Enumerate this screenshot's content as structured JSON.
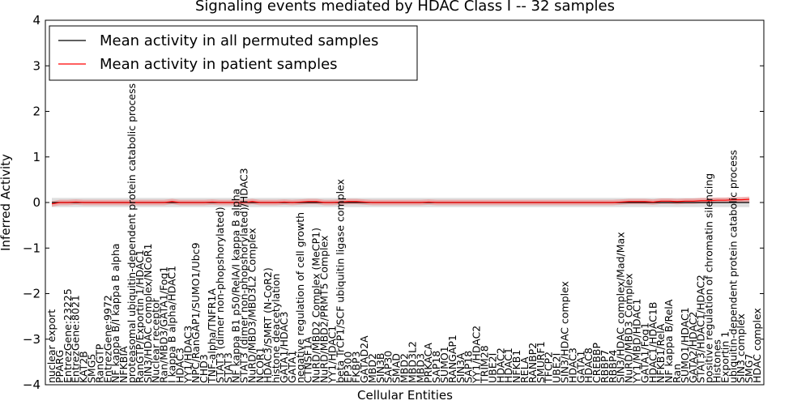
{
  "chart_data": {
    "type": "line",
    "title": "Signaling events mediated by HDAC Class I -- 32 samples",
    "xlabel": "Cellular Entities",
    "ylabel": "Inferred Activity",
    "ylim": [
      -4,
      4
    ],
    "yticks": [
      -4,
      -3,
      -2,
      -1,
      0,
      1,
      2,
      3,
      4
    ],
    "grid": false,
    "legend_position": "top-left",
    "categories": [
      "nuclear export",
      "PPARG",
      "EntrezGene:23225",
      "EntrezGene:8021",
      "KAT2B",
      "SMG5",
      "RanGTP",
      "EntrezGene:9972",
      "NF kappa B/I kappa B alpha",
      "NFKBIA",
      "proteasomal ubiquitin-dependent protein catabolic process",
      "RanGTP/Exportin 1/HDAC1",
      "SIN3/HDAC complex/NCoR1",
      "Nuclear receptor",
      "Ran/MBD3/GATA1/Fog1",
      "I kappa B alpha/HDAC1",
      "HDAC3",
      "YY1/HDAC3",
      "NPC/RanGAP1/SUMO1/Ubc9",
      "CHD3",
      "TNF-alpha/TNFR1A",
      "STAT3 (dimer non-phopshorylated)",
      "STAT3",
      "NF kappa B1 p50/RelA/I kappa B alpha",
      "STAT3 (dimer non-phopshorylated)/HDAC3",
      "NuRD/MBD3/MBD3L2 Complex",
      "NCOR1",
      "HDAC3/SMRT (N-CoR2)",
      "histone deacetylation",
      "GATA1/HDAC3",
      "GATA1",
      "negative regulation of cell growth",
      "CTNSF1A",
      "NuRD/MBD2 Complex (MeCP1)",
      "NuRD/MBD2/PRMT5 Complex",
      "YY1/HDAC1",
      "beta TrCP1/SCF ubiquitin ligase complex",
      "EP300",
      "FKBP3",
      "GATAD2A",
      "MBD2",
      "SIN3B",
      "SAP30",
      "SMAD",
      "MBD2",
      "MBD3L2",
      "MBD3",
      "PRKACA",
      "SAP18",
      "SUMO1",
      "RANGAP1",
      "SIN3A",
      "SAP18",
      "YY1/HDAC2",
      "TRIM28",
      "UBE2I",
      "HDAC2",
      "HDAC1",
      "NFKB1",
      "RELA",
      "RANBP2",
      "SMURF1",
      "TFCP2",
      "UBE2I",
      "SIN3/HDAC complex",
      "HDAC3",
      "GATA1",
      "HDAC8",
      "CREBBP",
      "RBBP7",
      "RBBP4",
      "SIN3/HDAC complex/Mad/Max",
      "NuRD/MBD3 Complex",
      "YY1/MBD/HDAC1",
      "GATA1/Fog1",
      "HDAC1/HDAC1B",
      "NFKB1/RelA",
      "NF kappa B/RelA",
      "Ran",
      "SUMO1/HDAC1",
      "GATA2/HDAC2",
      "STAT3/HDAC1/HDAC2",
      "positive regulation of chromatin silencing",
      "Histones",
      "Exportin 1",
      "ubiquitin-dependent protein catabolic process",
      "SIN3 complex",
      "SMG7",
      "HDAC complex"
    ],
    "series": [
      {
        "name": "Mean activity in all permuted samples",
        "color": "#000000",
        "values": [
          0,
          0,
          0,
          0,
          0,
          0,
          0,
          0,
          0,
          0,
          0,
          0,
          0,
          0,
          0,
          0,
          0,
          0,
          0,
          0,
          0,
          0,
          0,
          0,
          0,
          0,
          0,
          0,
          0,
          0,
          0,
          0,
          0,
          0,
          0,
          0,
          0,
          0,
          0,
          0,
          0,
          0,
          0,
          0,
          0,
          0,
          0,
          0,
          0,
          0,
          0,
          0,
          0,
          0,
          0,
          0,
          0,
          0,
          0,
          0,
          0,
          0,
          0,
          0,
          0,
          0,
          0,
          0,
          0,
          0,
          0,
          0,
          0,
          0,
          0,
          0,
          0,
          0,
          0,
          0,
          0,
          0,
          0,
          0,
          0,
          0,
          0,
          0
        ],
        "band": 0.1,
        "band_color": "#c8c8c8"
      },
      {
        "name": "Mean activity in patient samples",
        "color": "#ff0000",
        "values": [
          -0.03,
          0.0,
          0.0,
          0.01,
          0.0,
          0.0,
          0.0,
          0.0,
          0.0,
          0.0,
          0.0,
          0.0,
          0.0,
          0.0,
          0.0,
          0.02,
          0.0,
          0.0,
          0.0,
          0.0,
          0.01,
          0.0,
          0.0,
          0.0,
          0.0,
          0.02,
          0.0,
          0.0,
          0.0,
          0.01,
          0.0,
          0.01,
          0.02,
          0.02,
          0.0,
          0.0,
          0.01,
          0.02,
          0.02,
          0.01,
          0.0,
          0.0,
          0.0,
          0.0,
          0.0,
          0.0,
          0.0,
          0.01,
          0.0,
          0.0,
          0.0,
          0.0,
          0.0,
          0.0,
          0.0,
          0.0,
          0.0,
          0.0,
          0.0,
          0.0,
          0.0,
          0.0,
          0.0,
          0.0,
          0.0,
          0.0,
          0.0,
          0.0,
          0.0,
          0.0,
          0.0,
          0.01,
          0.02,
          0.02,
          0.02,
          0.01,
          0.03,
          0.03,
          0.02,
          0.03,
          0.03,
          0.04,
          0.04,
          0.05,
          0.05,
          0.06,
          0.06,
          0.07
        ],
        "band": 0.06,
        "band_color": "#f08080"
      }
    ]
  }
}
